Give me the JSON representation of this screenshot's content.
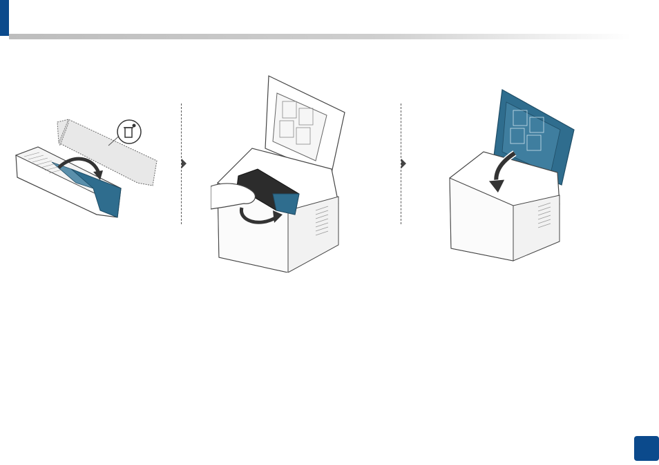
{
  "colors": {
    "brand": "#0b4a8c",
    "toner_highlight": "#2f6d8e",
    "line": "#555555"
  },
  "steps": [
    {
      "id": 1,
      "icon": "toner-cartridge-unpack-illustration"
    },
    {
      "id": 2,
      "icon": "insert-cartridge-illustration"
    },
    {
      "id": 3,
      "icon": "close-cover-illustration"
    }
  ],
  "icons": {
    "recycle": "dispose-bin-icon",
    "rotate": "rotate-arrow-icon",
    "next": "step-arrow-icon"
  },
  "page": {
    "number": ""
  }
}
